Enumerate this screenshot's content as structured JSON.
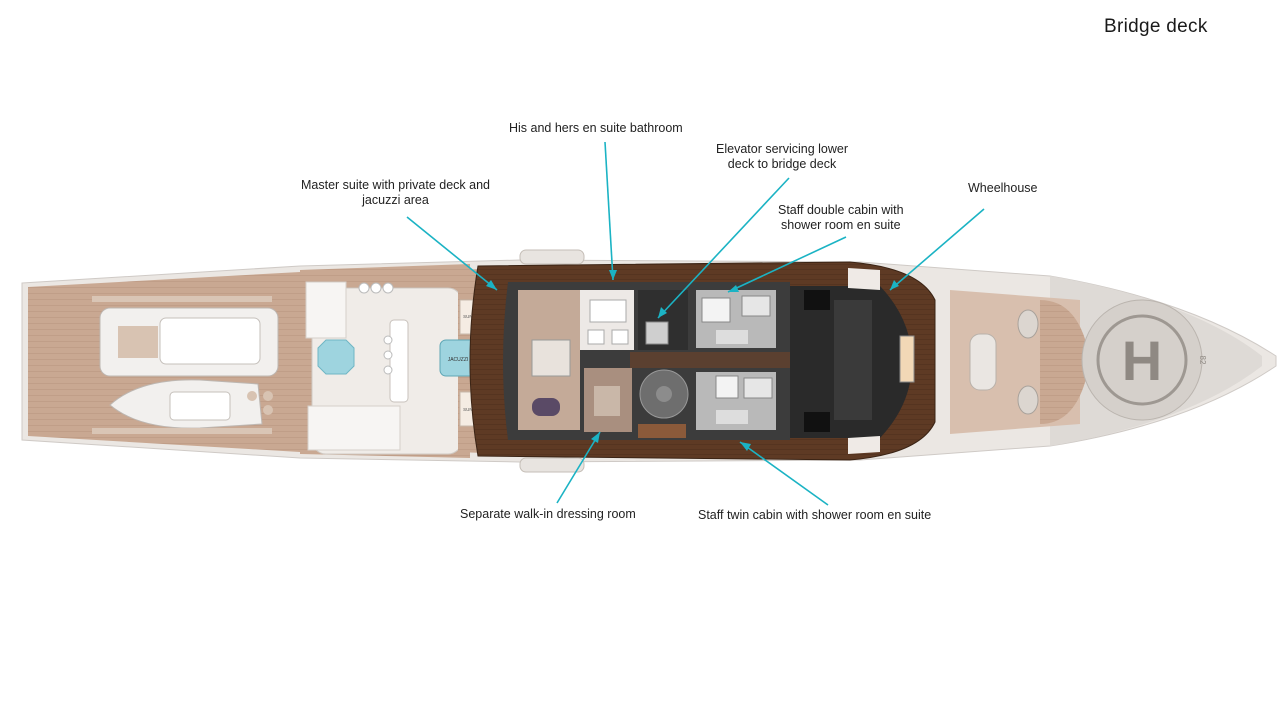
{
  "title": "Bridge deck",
  "callouts": [
    {
      "id": "his-hers",
      "lines": [
        "His and hers en suite bathroom"
      ]
    },
    {
      "id": "elevator",
      "lines": [
        "Elevator servicing lower",
        "deck to bridge deck"
      ]
    },
    {
      "id": "master",
      "lines": [
        "Master suite with private deck and",
        "jacuzzi area"
      ]
    },
    {
      "id": "wheelhouse",
      "lines": [
        "Wheelhouse"
      ]
    },
    {
      "id": "staff-double",
      "lines": [
        "Staff double cabin with",
        "shower room en suite"
      ]
    },
    {
      "id": "dressing",
      "lines": [
        "Separate walk-in dressing room"
      ]
    },
    {
      "id": "staff-twin",
      "lines": [
        "Staff twin cabin with shower room en suite"
      ]
    }
  ],
  "plan_text": {
    "helipad": "H",
    "helipad_number": "82",
    "jacuzzi": "JACUZZI",
    "sunbed": "SUNBEDS"
  },
  "colors": {
    "leader": "#1bb3c4",
    "teak_light": "#c9a892",
    "teak_dark": "#5e3a24",
    "hull": "#e9e6e3",
    "interior": "#4a4a4a"
  }
}
